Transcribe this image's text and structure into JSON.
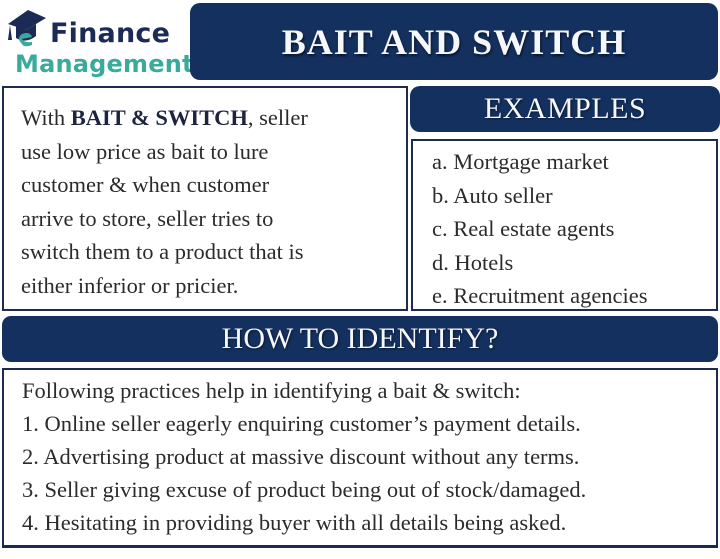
{
  "logo": {
    "icon": "graduation-cap-e-icon",
    "line1": "Finance",
    "line2": "Management",
    "colors": {
      "line1": "#1b2b55",
      "line2": "#3aaa9b"
    }
  },
  "title": "BAIT AND SWITCH",
  "description": {
    "prefix": "With ",
    "bold": "BAIT & SWITCH",
    "lines": [
      ", seller",
      "use low price as bait to lure",
      "customer & when customer",
      "arrive to store, seller tries to",
      "switch them to a product that is",
      "either inferior or pricier."
    ]
  },
  "examples": {
    "header": "EXAMPLES",
    "items": [
      "a. Mortgage market",
      "b. Auto seller",
      "c. Real estate agents",
      "d. Hotels",
      "e. Recruitment agencies"
    ]
  },
  "how_to_identify": {
    "header": "HOW TO IDENTIFY?",
    "intro": "Following practices help in identifying a bait & switch:",
    "items": [
      "1. Online seller eagerly enquiring customer’s payment details.",
      "2. Advertising product at massive discount without any terms.",
      "3. Seller giving excuse of product being out of stock/damaged.",
      "4. Hesitating in providing buyer with all details being asked."
    ]
  },
  "colors": {
    "navy": "#14305e",
    "border": "#1d2b50",
    "header_text": "#f6f7fb",
    "body_text": "#2b2b2b"
  }
}
